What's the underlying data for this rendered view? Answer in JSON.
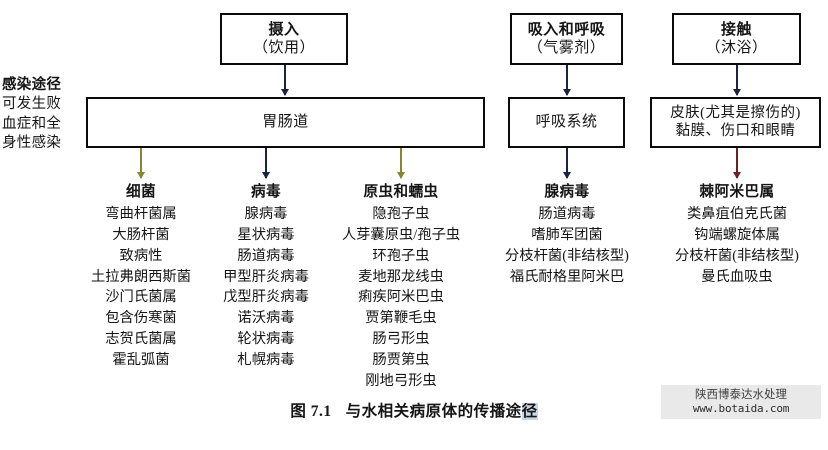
{
  "left_label": {
    "heading": "感染途径",
    "body_lines": [
      "可发生败",
      "血症和全",
      "身性感染"
    ]
  },
  "boxes": {
    "ingestion": {
      "title": "摄入",
      "subtitle": "（饮用）"
    },
    "inhalation": {
      "title": "吸入和呼吸",
      "subtitle": "（气雾剂）"
    },
    "contact": {
      "title": "接触",
      "subtitle": "（沐浴）"
    },
    "gi": {
      "title": "胃肠道",
      "subtitle": ""
    },
    "respiratory": {
      "title": "呼吸系统",
      "subtitle": ""
    },
    "skin": {
      "title": "皮肤(尤其是擦伤的)",
      "subtitle": "黏膜、伤口和眼睛"
    }
  },
  "arrows": [
    {
      "name": "arrow-ingestion-to-gi",
      "color": "#1b2340"
    },
    {
      "name": "arrow-inhalation-to-resp",
      "color": "#1b2340"
    },
    {
      "name": "arrow-contact-to-skin",
      "color": "#1b2340"
    },
    {
      "name": "arrow-gi-to-bacteria",
      "color": "#8a8530"
    },
    {
      "name": "arrow-gi-to-virus",
      "color": "#1b2340"
    },
    {
      "name": "arrow-gi-to-protozoa",
      "color": "#8a8530"
    },
    {
      "name": "arrow-resp-to-list",
      "color": "#1b2340"
    },
    {
      "name": "arrow-skin-to-list",
      "color": "#6d2020"
    }
  ],
  "columns": {
    "bacteria": {
      "header": "细菌",
      "items": [
        "弯曲杆菌属",
        "大肠杆菌",
        "致病性",
        "土拉弗朗西斯菌",
        "沙门氏菌属",
        "包含伤寒菌",
        "志贺氏菌属",
        "霍乱弧菌"
      ]
    },
    "virus": {
      "header": "病毒",
      "items": [
        "腺病毒",
        "星状病毒",
        "肠道病毒",
        "甲型肝炎病毒",
        "戊型肝炎病毒",
        "诺沃病毒",
        "轮状病毒",
        "札幌病毒"
      ]
    },
    "protozoa": {
      "header": "原虫和蠕虫",
      "items": [
        "隐孢子虫",
        "人芽囊原虫/孢子虫",
        "环孢子虫",
        "麦地那龙线虫",
        "痢疾阿米巴虫",
        "贾第鞭毛虫",
        "肠弓形虫",
        "肠贾第虫",
        "刚地弓形虫"
      ]
    },
    "inhaled": {
      "header": "腺病毒",
      "items": [
        "肠道病毒",
        "嗜肺军团菌",
        "分枝杆菌(非结核型)",
        "福氏耐格里阿米巴"
      ]
    },
    "contacted": {
      "header": "棘阿米巴属",
      "items": [
        "类鼻疽伯克氏菌",
        "钩端螺旋体属",
        "分枝杆菌(非结核型)",
        "曼氏血吸虫"
      ]
    }
  },
  "caption": {
    "number": "图 7.1",
    "text_plain": "与水相关病原体的传播途",
    "text_highlight": "径"
  },
  "watermark": {
    "line1": "陕西博泰达水处理",
    "line2": "www.botaida.com"
  },
  "colors": {
    "box_border": "#0a0a0a",
    "arrow_dark": "#1b2340",
    "arrow_olive": "#8a8530",
    "arrow_red": "#6d2020",
    "highlight": "#c9d6e4",
    "watermark_bg": "#e9e9e9"
  }
}
